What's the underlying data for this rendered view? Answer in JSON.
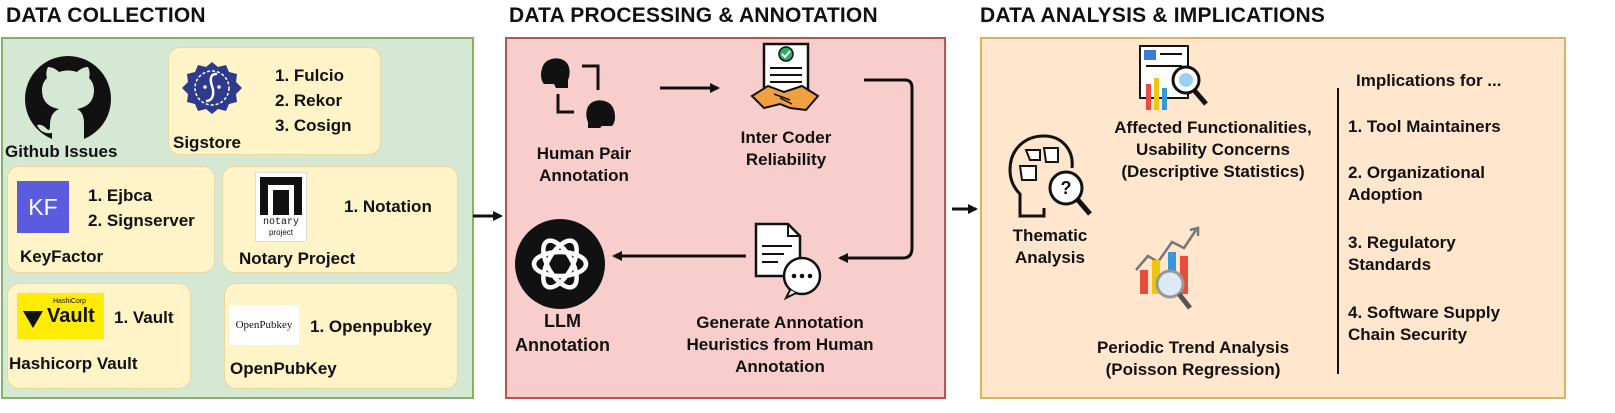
{
  "sections": {
    "collection": {
      "title": "DATA COLLECTION",
      "github": {
        "label": "Github Issues"
      },
      "sigstore": {
        "label": "Sigstore",
        "items": [
          "1. Fulcio",
          "2. Rekor",
          "3. Cosign"
        ]
      },
      "keyfactor": {
        "logo_text": "KF",
        "label": "KeyFactor",
        "items": [
          "1. Ejbca",
          "2. Signserver"
        ]
      },
      "notary": {
        "logo_text": "notary",
        "logo_subtext": "project",
        "label": "Notary Project",
        "items": [
          "1. Notation"
        ]
      },
      "vault": {
        "logo_brand": "HashiCorp",
        "logo_text": "Vault",
        "label": "Hashicorp Vault",
        "items": [
          "1. Vault"
        ]
      },
      "openpubkey": {
        "logo_text": "OpenPubkey",
        "label": "OpenPubKey",
        "items": [
          "1. Openpubkey"
        ]
      }
    },
    "processing": {
      "title": "DATA PROCESSING & ANNOTATION",
      "human_pair": [
        "Human Pair",
        "Annotation"
      ],
      "inter_coder": [
        "Inter Coder",
        "Reliability"
      ],
      "heuristics": [
        "Generate Annotation",
        "Heuristics from Human",
        "Annotation"
      ],
      "llm": [
        "LLM",
        "Annotation"
      ]
    },
    "analysis": {
      "title": "DATA ANALYSIS & IMPLICATIONS",
      "thematic": [
        "Thematic",
        "Analysis"
      ],
      "affected": [
        "Affected Functionalities,",
        "Usability Concerns",
        "(Descriptive Statistics)"
      ],
      "periodic": [
        "Periodic Trend Analysis",
        "(Poisson Regression)"
      ],
      "implications_title": "Implications for ...",
      "implications": [
        [
          "1. Tool Maintainers"
        ],
        [
          "2. Organizational",
          "Adoption"
        ],
        [
          "3. Regulatory",
          "Standards"
        ],
        [
          "4. Software Supply",
          "Chain Security"
        ]
      ]
    }
  },
  "colors": {
    "collection_fill": "#d5e8d4",
    "collection_border": "#82b366",
    "processing_fill": "#f8cecc",
    "processing_border": "#b85450",
    "analysis_fill": "#ffe6cc",
    "analysis_border": "#d6b656",
    "card_fill": "#fff3c8"
  }
}
